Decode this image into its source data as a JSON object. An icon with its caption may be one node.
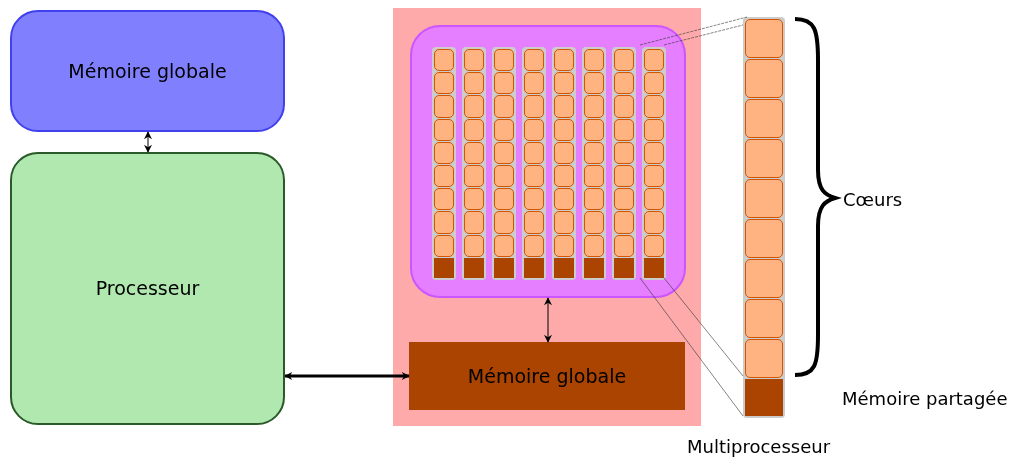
{
  "diagram": {
    "nodes": [
      {
        "text": [
          "Mémoire globale"
        ]
      },
      {
        "text": [
          "Processeur"
        ]
      },
      {
        "text": [],
        "shape": "box"
      },
      {
        "text": [],
        "shape": "box",
        "in": 2
      },
      {
        "text": [],
        "shape": "bar",
        "in": 3
      },
      {
        "text": [],
        "shape": "bar",
        "in": 3
      },
      {
        "text": [],
        "shape": "bar",
        "in": 3
      },
      {
        "text": [],
        "shape": "bar",
        "in": 3
      },
      {
        "text": [],
        "shape": "bar",
        "in": 3
      },
      {
        "text": [],
        "shape": "bar",
        "in": 3
      },
      {
        "text": [],
        "shape": "bar",
        "in": 3
      },
      {
        "text": [],
        "shape": "bar",
        "in": 3
      },
      {
        "text": [
          "Mémoire globale"
        ],
        "in": 2
      },
      {
        "text": [],
        "shape": "bar"
      }
    ],
    "edges": [
      {
        "from": 0,
        "to": 1,
        "arrow": "both"
      },
      {
        "from": 3,
        "to": 12,
        "arrow": "both"
      },
      {
        "from": 1,
        "to": 12,
        "arrow": "both",
        "style": "thick"
      },
      {
        "from": 11,
        "to": 13,
        "arrow": "none",
        "style": "dashed"
      },
      {
        "from": 11,
        "to": 13,
        "arrow": "none",
        "style": "dashed"
      },
      {
        "from": 11,
        "to": 13,
        "arrow": "none"
      },
      {
        "from": 11,
        "to": 13,
        "arrow": "none"
      }
    ],
    "labels": [
      "Cœurs",
      "Mémoire partagée",
      "Multiprocesseur"
    ]
  }
}
